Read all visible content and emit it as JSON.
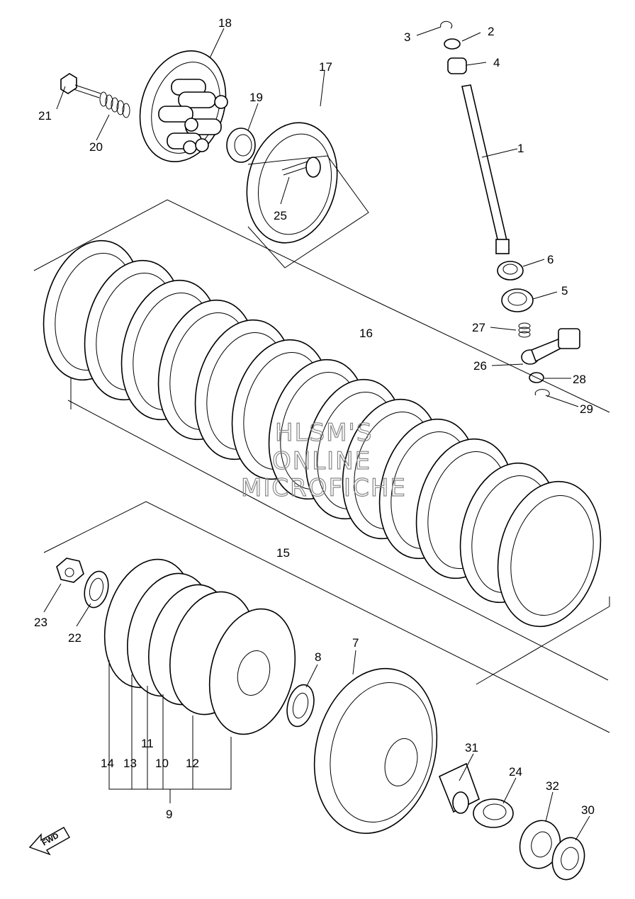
{
  "diagram": {
    "callouts": [
      "1",
      "2",
      "3",
      "4",
      "5",
      "6",
      "7",
      "8",
      "9",
      "10",
      "11",
      "12",
      "13",
      "14",
      "15",
      "16",
      "17",
      "18",
      "19",
      "20",
      "21",
      "22",
      "23",
      "24",
      "25",
      "26",
      "27",
      "28",
      "29",
      "30",
      "31",
      "32"
    ],
    "watermark": [
      "HLSM'S",
      "ONLINE",
      "MICROFICHE"
    ],
    "fwd_label": "FWD"
  }
}
